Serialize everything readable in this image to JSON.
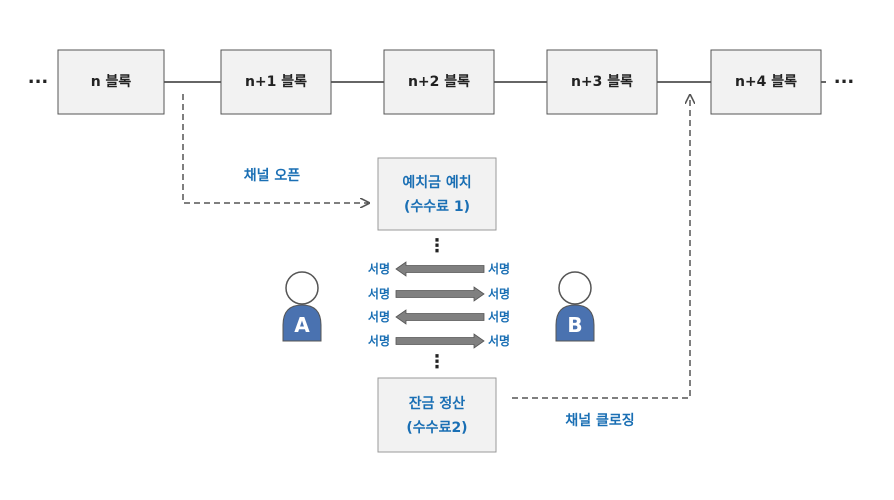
{
  "chain": {
    "left_ellipsis": "···",
    "right_ellipsis": "···",
    "blocks": [
      {
        "label": "n 블록"
      },
      {
        "label": "n+1 블록"
      },
      {
        "label": "n+2 블록"
      },
      {
        "label": "n+3 블록"
      },
      {
        "label": "n+4 블록"
      }
    ]
  },
  "channel": {
    "open_label": "채널 오픈",
    "close_label": "채널 클로징",
    "deposit": {
      "line1": "예치금 예치",
      "line2": "(수수료 1)"
    },
    "settlement": {
      "line1": "잔금 정산",
      "line2": "(수수료2)"
    },
    "vertical_dots": "⋮",
    "signature_label": "서명",
    "signature_exchanges": [
      "left",
      "right",
      "left",
      "right"
    ]
  },
  "parties": {
    "a": "A",
    "b": "B"
  },
  "colors": {
    "accent": "#1a6fb4",
    "avatar_fill": "#4a72b0",
    "block_fill": "#f2f2f2",
    "arrow_fill": "#808080",
    "dashed_line": "#555555"
  }
}
